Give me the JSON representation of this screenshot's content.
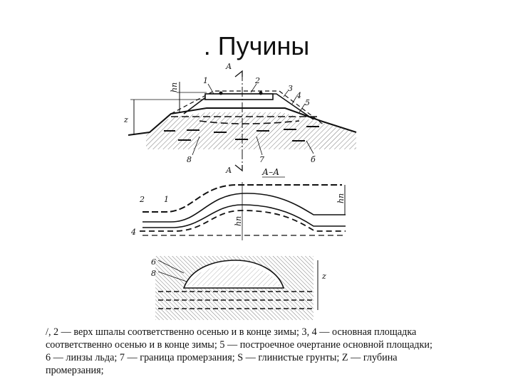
{
  "slide": {
    "title": ". Пучины"
  },
  "figure": {
    "section_marks": {
      "a_top": "А",
      "a_bottom": "А",
      "section_title": "А–А"
    },
    "top_labels": {
      "l1": "1",
      "l2": "2",
      "l3": "3",
      "l4": "4",
      "l5": "5",
      "l6": "б",
      "l7": "7",
      "l8": "8",
      "z": "z",
      "hn": "hп"
    },
    "mid_labels": {
      "l2": "2",
      "l1": "1",
      "l4": "4",
      "hn_left": "hп",
      "hn_right": "hп"
    },
    "bottom_labels": {
      "l6": "6",
      "l8": "8",
      "z": "z"
    }
  },
  "caption": {
    "lines": [
      "/, 2 — верх шпалы соответственно осенью и в конце зимы; 3, 4 — основная площадка",
      "соответственно осенью и в конце зимы; 5 — построечное очертание основной площадки;",
      "6 — линзы льда; 7 — граница промерзания; S — глинистые грунты; Z — глубина",
      "промерзания;"
    ]
  }
}
